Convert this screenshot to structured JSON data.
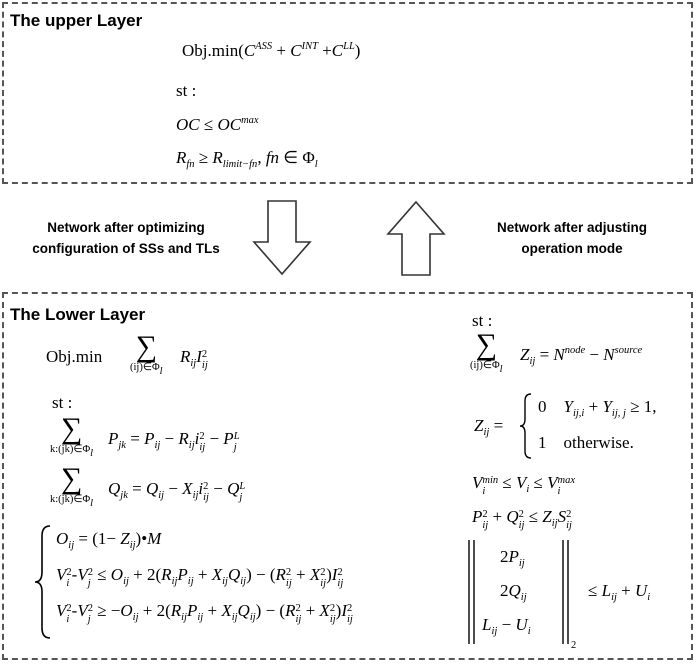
{
  "upper_layer": {
    "title": "The upper Layer"
  },
  "lower_layer": {
    "title": "The Lower Layer"
  },
  "arrows": {
    "down_caption_line1": "Network after optimizing",
    "down_caption_line2": "configuration of SSs and TLs",
    "up_caption_line1": "Network after adjusting",
    "up_caption_line2": "operation mode"
  },
  "math": {
    "obj": "Obj.",
    "min": "min",
    "st": "st :",
    "otherwise": "otherwise.",
    "fn_in": "fn",
    "sup_ass": "ASS",
    "sup_int": "INT",
    "sup_ll": "LL",
    "sup_max": "max",
    "sup_min": "min",
    "sup_node": "node",
    "sup_source": "source",
    "sub_limit": "limit−fn",
    "sum_lim_ij": "(ij)∈Φ",
    "sum_lim_jk": "k:(jk)∈Φ"
  },
  "colors": {
    "border": "#555555",
    "arrow_stroke": "#333333",
    "text": "#000000"
  }
}
